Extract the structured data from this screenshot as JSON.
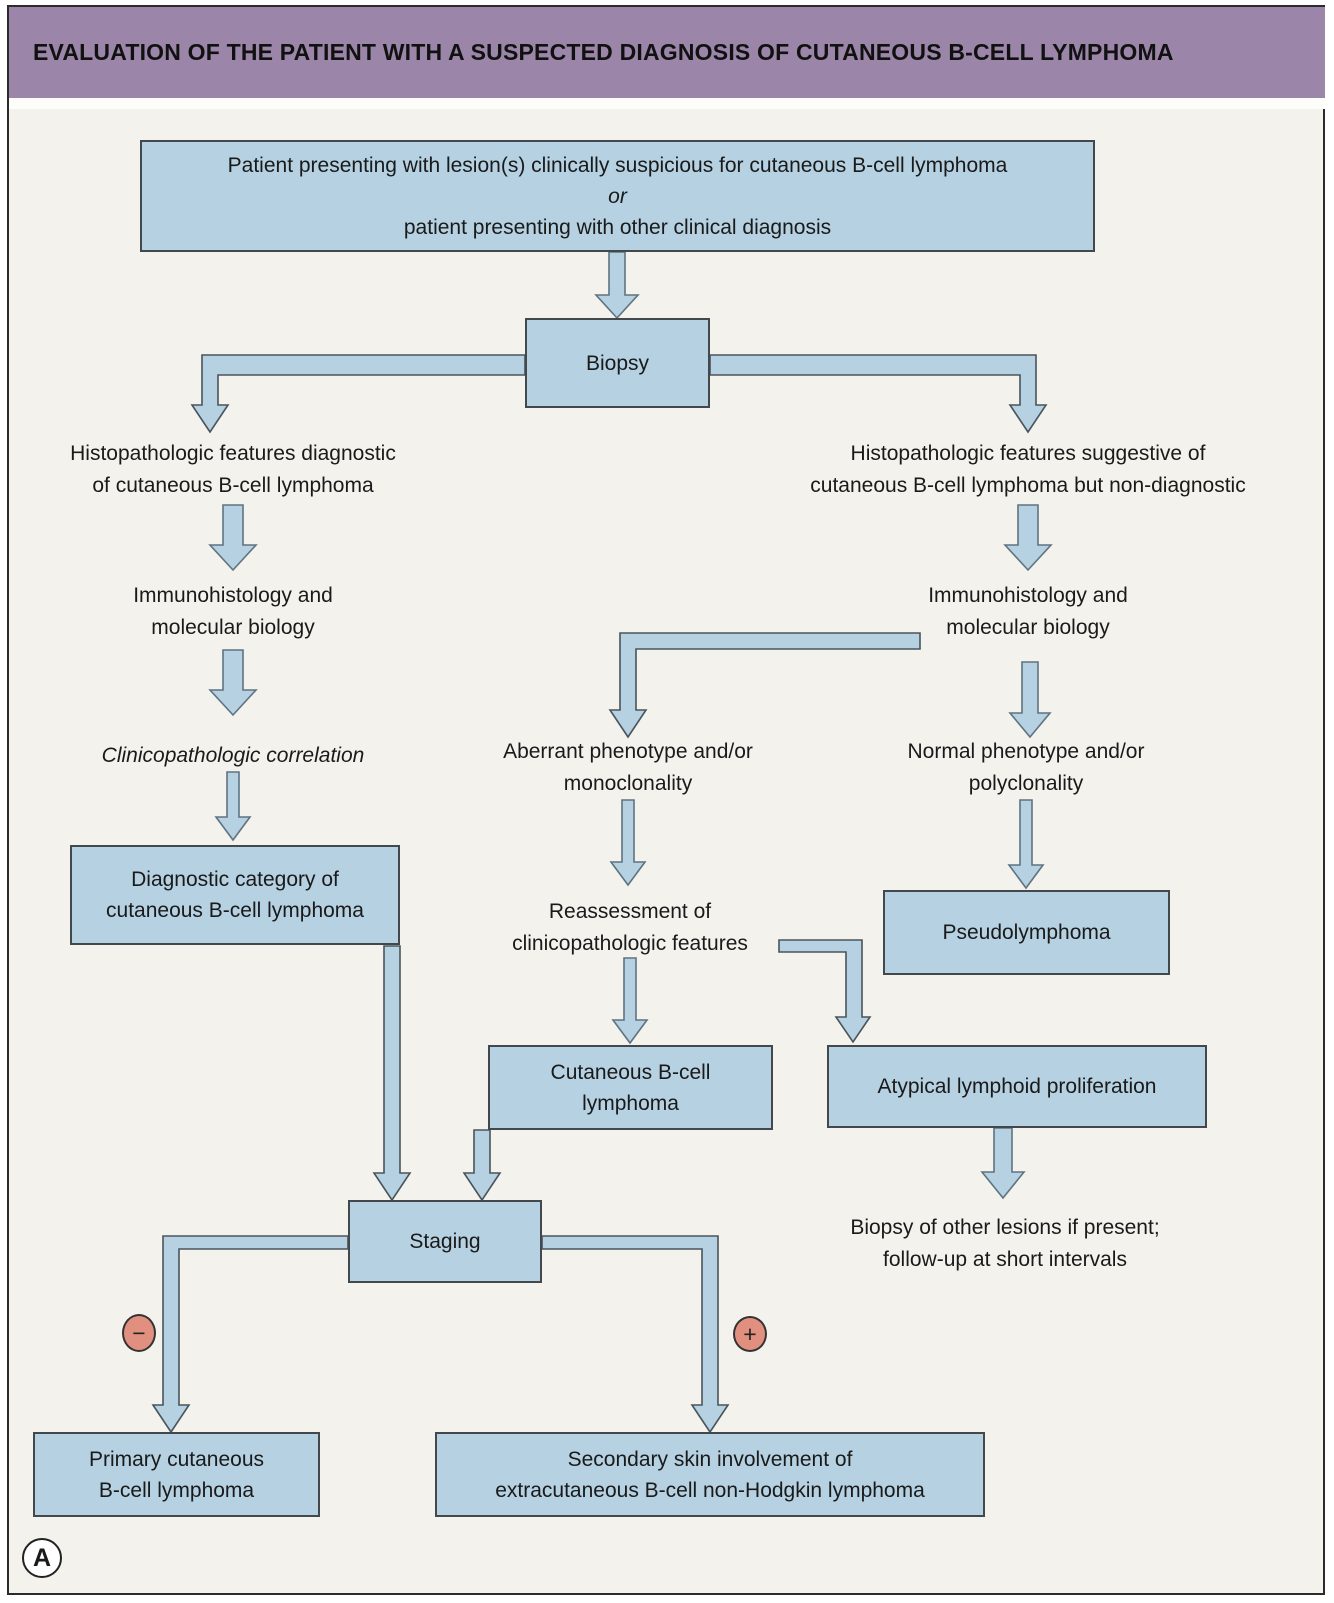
{
  "title": "EVALUATION OF THE PATIENT WITH A SUSPECTED DIAGNOSIS OF CUTANEOUS B-CELL LYMPHOMA",
  "panel_label": "A",
  "colors": {
    "header_bg": "#9b86a9",
    "canvas_bg": "#f4f2ec",
    "node_fill": "#b5d1e2",
    "node_border": "#43484c",
    "badge_fill": "#e19080",
    "text": "#1a1a1a"
  },
  "nodes": {
    "patient": {
      "line1": "Patient presenting with lesion(s) clinically suspicious for cutaneous B-cell lymphoma",
      "line2": "or",
      "line3": "patient presenting with other clinical diagnosis"
    },
    "biopsy": {
      "label": "Biopsy"
    },
    "histo_diagnostic": {
      "line1": "Histopathologic features diagnostic",
      "line2": "of cutaneous B-cell lymphoma"
    },
    "histo_suggestive": {
      "line1": "Histopathologic features suggestive of",
      "line2": "cutaneous B-cell lymphoma but non-diagnostic"
    },
    "immuno_left": {
      "line1": "Immunohistology and",
      "line2": "molecular biology"
    },
    "immuno_right": {
      "line1": "Immunohistology and",
      "line2": "molecular biology"
    },
    "clinicopath": {
      "label": "Clinicopathologic correlation"
    },
    "diagnostic_category": {
      "line1": "Diagnostic category of",
      "line2": "cutaneous B-cell lymphoma"
    },
    "aberrant": {
      "line1": "Aberrant phenotype and/or",
      "line2": "monoclonality"
    },
    "normal": {
      "line1": "Normal phenotype and/or",
      "line2": "polyclonality"
    },
    "reassessment": {
      "line1": "Reassessment of",
      "line2": "clinicopathologic features"
    },
    "pseudolymphoma": {
      "label": "Pseudolymphoma"
    },
    "cutaneous_lymphoma": {
      "line1": "Cutaneous B-cell",
      "line2": "lymphoma"
    },
    "atypical": {
      "label": "Atypical lymphoid proliferation"
    },
    "staging": {
      "label": "Staging"
    },
    "biopsy_other": {
      "line1": "Biopsy of other lesions if present;",
      "line2": "follow-up at short intervals"
    },
    "primary": {
      "line1": "Primary cutaneous",
      "line2": "B-cell lymphoma"
    },
    "secondary": {
      "line1": "Secondary skin involvement of",
      "line2": "extracutaneous B-cell non-Hodgkin lymphoma"
    }
  },
  "badges": {
    "negative": "−",
    "positive": "+"
  }
}
